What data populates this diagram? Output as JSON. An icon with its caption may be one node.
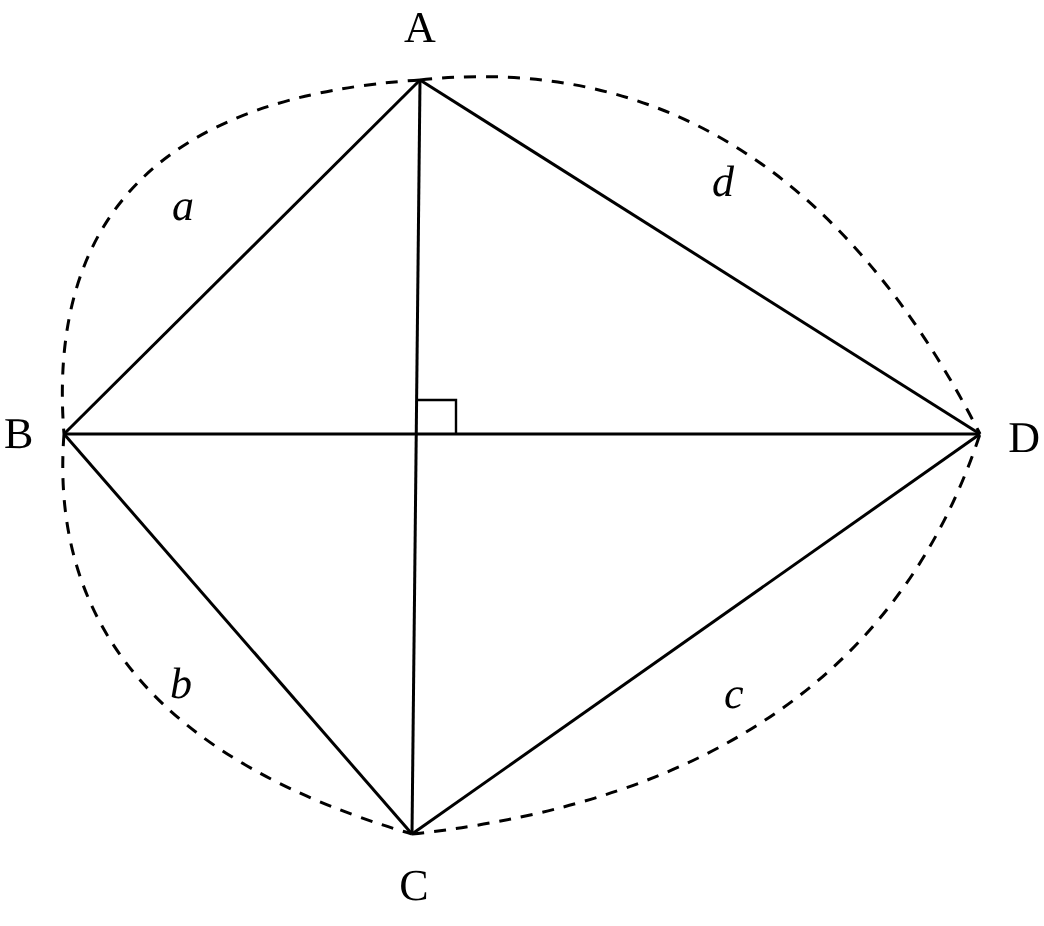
{
  "diagram": {
    "nodes": [
      {
        "text": [
          "A"
        ]
      },
      {
        "text": [
          "B"
        ]
      },
      {
        "text": [
          "C"
        ]
      },
      {
        "text": [
          "D"
        ]
      }
    ],
    "edges": [
      {
        "from": 0,
        "to": 1,
        "arrow": "none"
      },
      {
        "from": 0,
        "to": 3,
        "arrow": "none"
      },
      {
        "from": 1,
        "to": 2,
        "arrow": "none"
      },
      {
        "from": 2,
        "to": 3,
        "arrow": "none"
      },
      {
        "from": 0,
        "to": 2,
        "arrow": "none"
      },
      {
        "from": 1,
        "to": 3,
        "arrow": "none"
      },
      {
        "from": 0,
        "to": 1,
        "arrow": "none",
        "style": "dashed",
        "label": "a"
      },
      {
        "from": 1,
        "to": 2,
        "arrow": "none",
        "style": "dashed",
        "label": "b"
      },
      {
        "from": 2,
        "to": 3,
        "arrow": "none",
        "style": "dashed",
        "label": "c"
      },
      {
        "from": 0,
        "to": 3,
        "arrow": "none",
        "style": "dashed",
        "label": "d"
      }
    ]
  }
}
